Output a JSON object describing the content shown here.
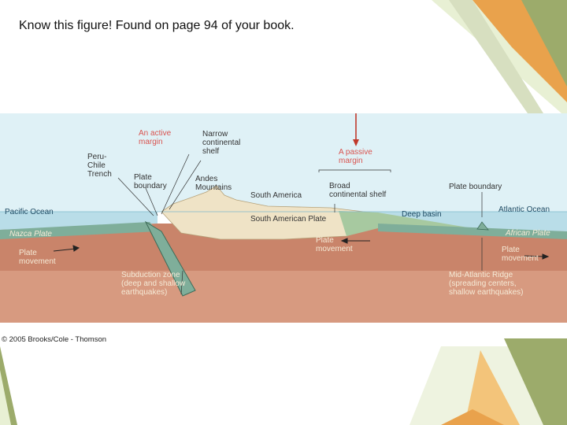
{
  "slide": {
    "title": "Know this figure! Found on page 94 of your book."
  },
  "figure": {
    "copyright": "© 2005 Brooks/Cole - Thomson",
    "labels": {
      "active_margin": "An active\nmargin",
      "narrow_shelf": "Narrow\ncontinental\nshelf",
      "peru_chile_trench": "Peru-\nChile\nTrench",
      "plate_boundary_left": "Plate\nboundary",
      "andes_mountains": "Andes\nMountains",
      "south_america": "South America",
      "passive_margin": "A passive\nmargin",
      "broad_shelf": "Broad\ncontinental shelf",
      "plate_boundary_right": "Plate boundary",
      "pacific_ocean": "Pacific Ocean",
      "south_american_plate": "South American Plate",
      "deep_basin": "Deep basin",
      "atlantic_ocean": "Atlantic Ocean",
      "nazca_plate": "Nazca Plate",
      "african_plate": "African Plate",
      "plate_movement_left": "Plate\nmovement",
      "plate_movement_center": "Plate\nmovement",
      "plate_movement_right": "Plate\nmovement",
      "subduction_zone": "Subduction zone\n(deep and shallow\nearthquakes)",
      "mid_atlantic_ridge": "Mid-Atlantic Ridge\n(spreading centers,\nshallow earthquakes)"
    }
  }
}
